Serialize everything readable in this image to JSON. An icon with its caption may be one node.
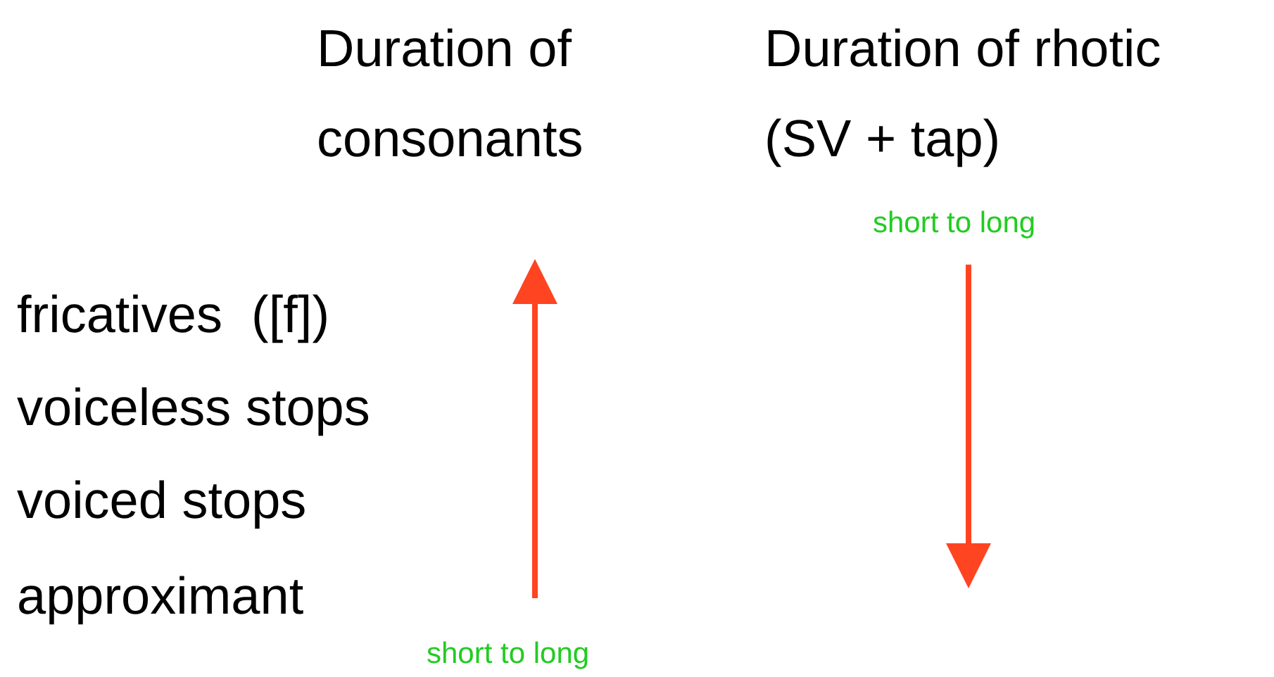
{
  "diagram": {
    "labels": [
      "Duration of consonants",
      "Duration of rhotic (SV + tap)",
      "short to long",
      "fricatives  ([f])",
      "voiceless stops",
      "voiced stops",
      "approximant",
      "short to long"
    ]
  }
}
